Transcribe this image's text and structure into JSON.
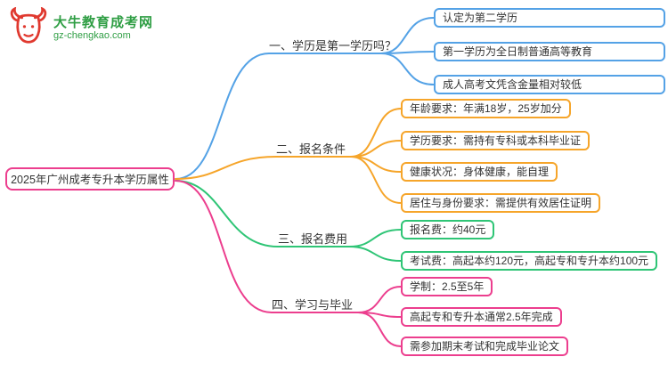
{
  "logo": {
    "title": "大牛教育成考网",
    "subtitle": "gz-chengkao.com"
  },
  "root": {
    "label": "2025年广州成考专升本学历属性"
  },
  "colors": {
    "blue": "#54A2E6",
    "orange": "#F6A52A",
    "green": "#2FC576",
    "pink": "#EC3E8E",
    "logo_red": "#E0392F",
    "logo_green": "#2F9E44"
  },
  "branches": [
    {
      "label": "一、学历是第一学历吗？",
      "color": "#54A2E6",
      "children": [
        "认定为第二学历",
        "第一学历为全日制普通高等教育",
        "成人高考文凭含金量相对较低"
      ]
    },
    {
      "label": "二、报名条件",
      "color": "#F6A52A",
      "children": [
        "年龄要求：年满18岁，25岁加分",
        "学历要求：需持有专科或本科毕业证",
        "健康状况：身体健康，能自理",
        "居住与身份要求：需提供有效居住证明"
      ]
    },
    {
      "label": "三、报名费用",
      "color": "#2FC576",
      "children": [
        "报名费：约40元",
        "考试费：高起本约120元，高起专和专升本约100元"
      ]
    },
    {
      "label": "四、学习与毕业",
      "color": "#EC3E8E",
      "children": [
        "学制：2.5至5年",
        "高起专和专升本通常2.5年完成",
        "需参加期末考试和完成毕业论文"
      ]
    }
  ]
}
